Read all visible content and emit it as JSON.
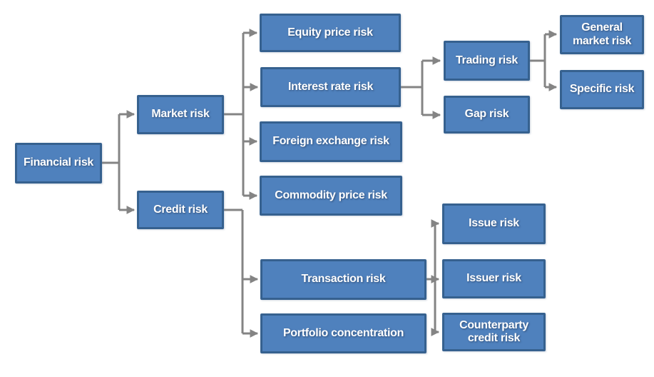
{
  "diagram": {
    "type": "tree",
    "nodes": {
      "financial": {
        "label": "Financial risk"
      },
      "market": {
        "label": "Market risk"
      },
      "credit": {
        "label": "Credit risk"
      },
      "equity": {
        "label": "Equity price risk"
      },
      "interest": {
        "label": "Interest rate risk"
      },
      "fx": {
        "label": "Foreign exchange risk"
      },
      "commodity": {
        "label": "Commodity price risk"
      },
      "trading": {
        "label": "Trading risk"
      },
      "gap": {
        "label": "Gap risk"
      },
      "general": {
        "label": "General market risk"
      },
      "specific": {
        "label": "Specific risk"
      },
      "transaction": {
        "label": "Transaction risk"
      },
      "portfolio": {
        "label": "Portfolio concentration"
      },
      "issue": {
        "label": "Issue risk"
      },
      "issuer": {
        "label": "Issuer risk"
      },
      "counterparty": {
        "label": "Counterparty credit risk"
      }
    },
    "edges": [
      {
        "from": "financial",
        "to": "market"
      },
      {
        "from": "financial",
        "to": "credit"
      },
      {
        "from": "market",
        "to": "equity"
      },
      {
        "from": "market",
        "to": "interest"
      },
      {
        "from": "market",
        "to": "fx"
      },
      {
        "from": "market",
        "to": "commodity"
      },
      {
        "from": "interest",
        "to": "trading"
      },
      {
        "from": "interest",
        "to": "gap"
      },
      {
        "from": "trading",
        "to": "general"
      },
      {
        "from": "trading",
        "to": "specific"
      },
      {
        "from": "credit",
        "to": "transaction"
      },
      {
        "from": "credit",
        "to": "portfolio"
      },
      {
        "from": "transaction",
        "to": "issue"
      },
      {
        "from": "transaction",
        "to": "issuer"
      },
      {
        "from": "transaction",
        "to": "counterparty"
      }
    ],
    "colors": {
      "node_fill": "#4f81bd",
      "node_border": "#36618f",
      "node_text": "#ffffff",
      "connector": "#848484",
      "background": "#ffffff"
    }
  }
}
